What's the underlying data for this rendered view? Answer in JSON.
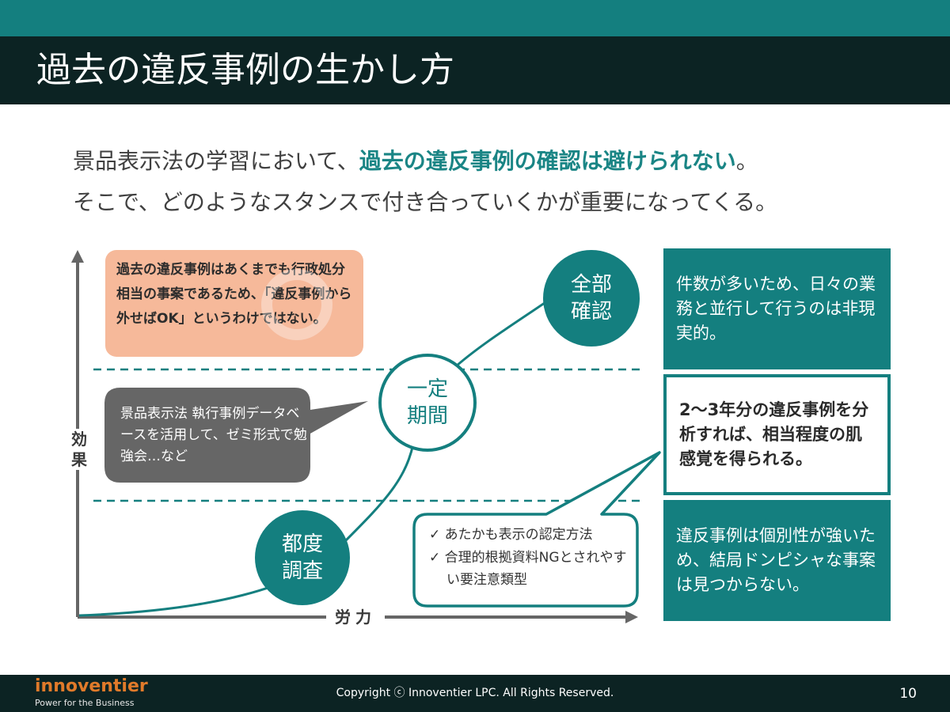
{
  "header": {
    "title": "過去の違反事例の生かし方"
  },
  "intro": {
    "line1_before": "景品表示法の学習において、",
    "line1_highlight": "過去の違反事例の確認は避けられない",
    "line1_after": "。",
    "line2": "そこで、どのようなスタンスで付き合っていくかが重要になってくる。"
  },
  "chart": {
    "y_label": "効果",
    "x_label": "労力",
    "note_orange": "過去の違反事例はあくまでも行政処分相当の事案であるため、「違反事例から外せばOK」というわけではない。",
    "note_gray": "景品表示法 執行事例データベースを活用して、ゼミ形式で勉強会…など",
    "circle_low": "都度調査",
    "circle_mid": "一定期間",
    "circle_high": "全部確認",
    "checklist": [
      "あたかも表示の認定方法",
      "合理的根拠資料NGとされやすい要注意類型"
    ],
    "check_mark": "✓"
  },
  "side": {
    "top": "件数が多いため、日々の業務と並行して行うのは非現実的。",
    "middle": "2～3年分の違反事例を分析すれば、相当程度の肌感覚を得られる。",
    "bottom": "違反事例は個別性が強いため、結局ドンピシャな事案は見つからない。"
  },
  "footer": {
    "logo": "innoventier",
    "logo_tagline": "Power for the Business",
    "copyright": "Copyright ⓒ Innoventier LPC.  All Rights Reserved.",
    "page_number": "10"
  },
  "colors": {
    "teal": "#147f7f",
    "dark": "#0c2323",
    "orange_note": "#f6b99a",
    "gray_note": "#666666"
  }
}
